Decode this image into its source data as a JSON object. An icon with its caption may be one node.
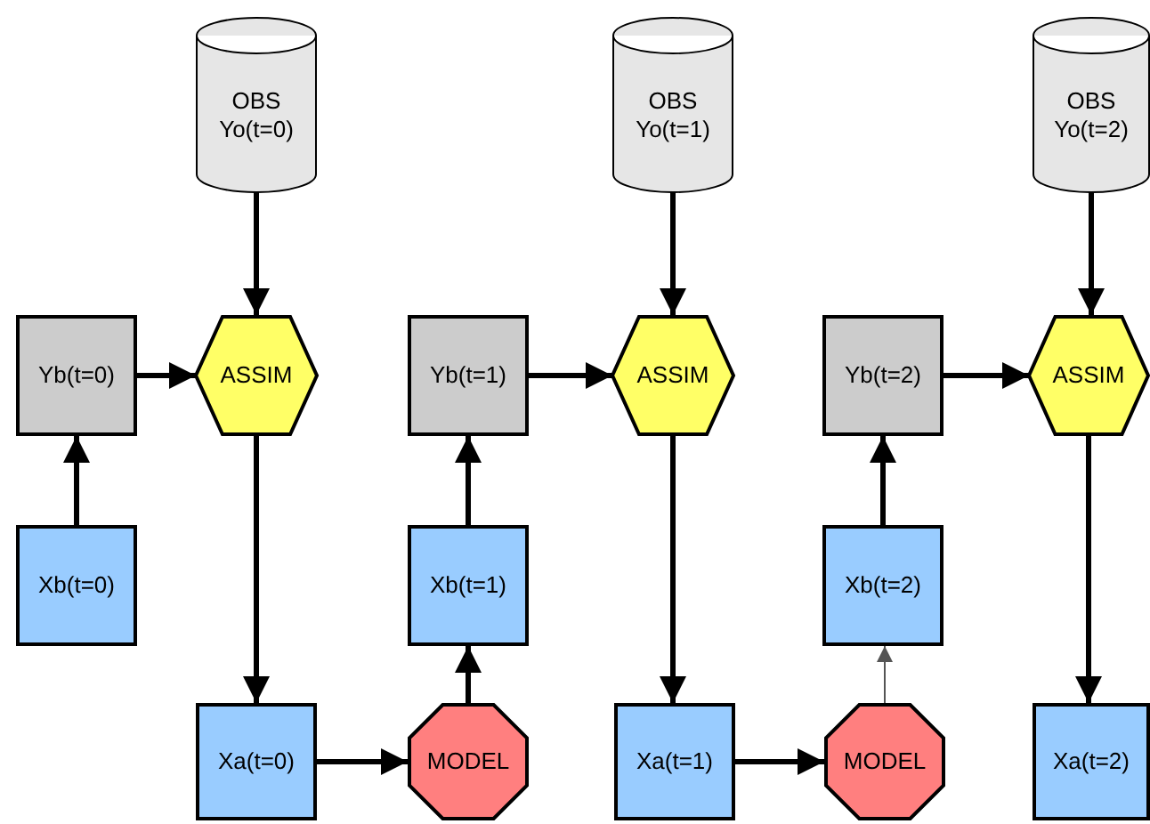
{
  "diagram": {
    "nodes": [
      {
        "text": [
          "OBS Yo(t=0)"
        ]
      },
      {
        "text": [
          "OBS Yo(t=1)"
        ]
      },
      {
        "text": [
          "OBS Yo(t=2)"
        ]
      },
      {
        "text": [
          "Yb(t=0)"
        ]
      },
      {
        "text": [
          "ASSIM"
        ]
      },
      {
        "text": [
          "Yb(t=1)"
        ]
      },
      {
        "text": [
          "ASSIM"
        ]
      },
      {
        "text": [
          "Yb(t=2)"
        ]
      },
      {
        "text": [
          "ASSIM"
        ]
      },
      {
        "text": [
          "Xb(t=0)"
        ]
      },
      {
        "text": [
          "Xb(t=1)"
        ]
      },
      {
        "text": [
          "Xb(t=2)"
        ]
      },
      {
        "text": [
          "Xa(t=0)"
        ]
      },
      {
        "text": [
          "MODEL"
        ]
      },
      {
        "text": [
          "Xa(t=1)"
        ]
      },
      {
        "text": [
          "MODEL"
        ]
      },
      {
        "text": [
          "Xa(t=2)"
        ]
      }
    ],
    "edges": [
      {
        "from": 0,
        "to": 4,
        "arrow": "to"
      },
      {
        "from": 1,
        "to": 6,
        "arrow": "to"
      },
      {
        "from": 2,
        "to": 8,
        "arrow": "to"
      },
      {
        "from": 3,
        "to": 4,
        "arrow": "to"
      },
      {
        "from": 5,
        "to": 6,
        "arrow": "to"
      },
      {
        "from": 7,
        "to": 8,
        "arrow": "to"
      },
      {
        "from": 9,
        "to": 3,
        "arrow": "to"
      },
      {
        "from": 10,
        "to": 5,
        "arrow": "to"
      },
      {
        "from": 11,
        "to": 7,
        "arrow": "to"
      },
      {
        "from": 4,
        "to": 12,
        "arrow": "to"
      },
      {
        "from": 6,
        "to": 14,
        "arrow": "to"
      },
      {
        "from": 8,
        "to": 16,
        "arrow": "to"
      },
      {
        "from": 12,
        "to": 13,
        "arrow": "to"
      },
      {
        "from": 14,
        "to": 15,
        "arrow": "to"
      },
      {
        "from": 13,
        "to": 10,
        "arrow": "to"
      },
      {
        "from": 15,
        "to": 11,
        "arrow": "to",
        "color": "#555555"
      }
    ]
  }
}
